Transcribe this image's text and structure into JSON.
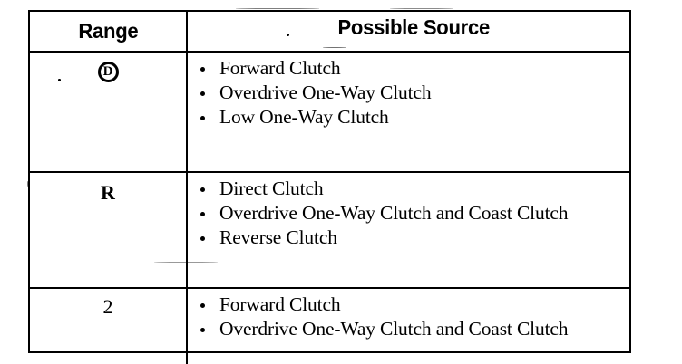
{
  "document": {
    "type": "scanned-table",
    "title": "Range / Possible Source",
    "background_color": "#ffffff",
    "ink_color": "#000000"
  },
  "table": {
    "headers": {
      "range": "Range",
      "source": "Possible Source"
    },
    "rows": [
      {
        "range": "D",
        "range_style": "circled",
        "sources": [
          "Forward Clutch",
          "Overdrive One-Way Clutch",
          "Low One-Way Clutch"
        ]
      },
      {
        "range": "R",
        "range_style": "bold",
        "sources": [
          "Direct Clutch",
          "Overdrive One-Way Clutch and Coast Clutch",
          "Reverse Clutch"
        ]
      },
      {
        "range": "2",
        "range_style": "plain",
        "sources": [
          "Forward Clutch",
          "Overdrive One-Way Clutch and Coast Clutch"
        ]
      }
    ]
  }
}
